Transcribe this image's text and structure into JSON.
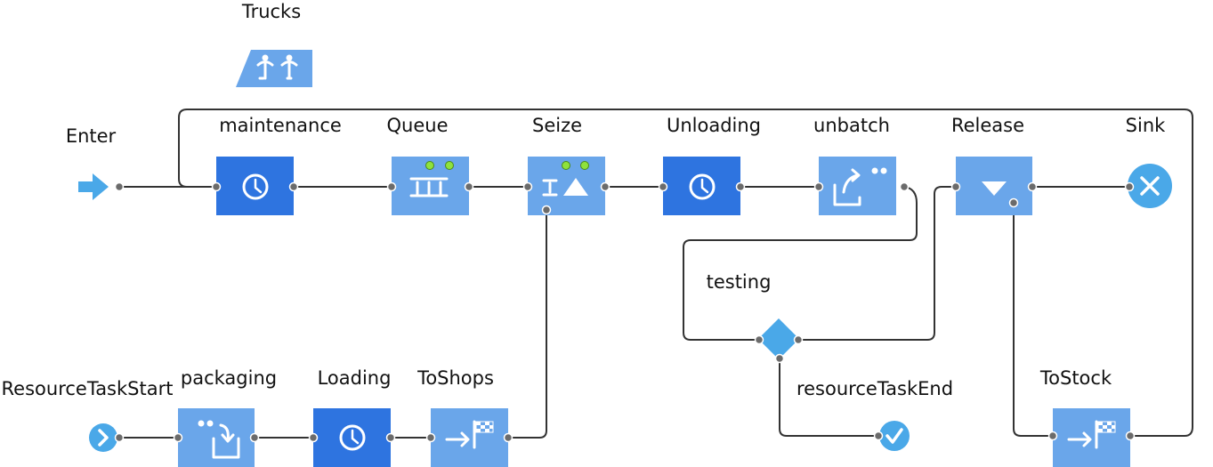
{
  "colors": {
    "delay": "#2e74e0",
    "block": "#6aa6ea",
    "circle": "#4aa8e8",
    "wire": "#333333",
    "port": "#6b6b6b",
    "indicator": "#8fe23c"
  },
  "blocks": {
    "trucks": {
      "label": "Trucks",
      "icon": "resource-pool-icon"
    },
    "enter": {
      "label": "Enter",
      "icon": "enter-arrow-icon"
    },
    "maintenance": {
      "label": "maintenance",
      "icon": "clock-icon"
    },
    "queue": {
      "label": "Queue",
      "icon": "queue-icon"
    },
    "seize": {
      "label": "Seize",
      "icon": "seize-icon"
    },
    "unloading": {
      "label": "Unloading",
      "icon": "clock-icon"
    },
    "unbatch": {
      "label": "unbatch",
      "icon": "unbatch-icon"
    },
    "release": {
      "label": "Release",
      "icon": "release-icon"
    },
    "sink": {
      "label": "Sink",
      "icon": "sink-x-icon"
    },
    "testing": {
      "label": "testing",
      "icon": "diamond-icon"
    },
    "resource_task_end": {
      "label": "resourceTaskEnd",
      "icon": "check-icon"
    },
    "resource_task_start": {
      "label": "ResourceTaskStart",
      "icon": "chevron-right-icon"
    },
    "packaging": {
      "label": "packaging",
      "icon": "batch-icon"
    },
    "loading": {
      "label": "Loading",
      "icon": "clock-icon"
    },
    "to_shops": {
      "label": "ToShops",
      "icon": "move-to-flag-icon"
    },
    "to_stock": {
      "label": "ToStock",
      "icon": "move-to-flag-icon"
    }
  }
}
